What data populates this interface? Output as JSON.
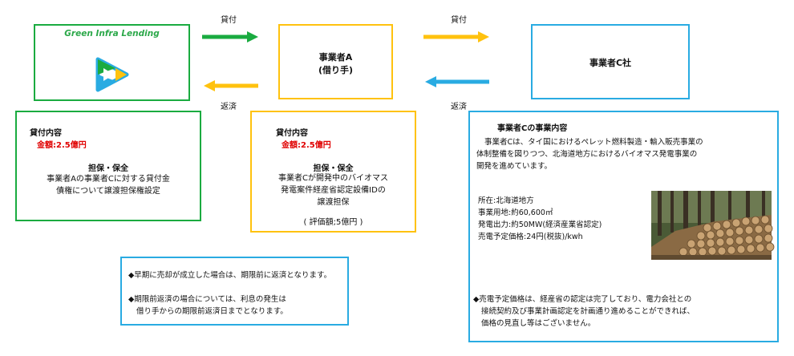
{
  "colors": {
    "green": "#1aab40",
    "yellow": "#ffc20e",
    "blue": "#29abe2",
    "red": "#e00000",
    "logo_text": "#2ca84a"
  },
  "lender": {
    "name": "Green Infra Lending"
  },
  "borrower": {
    "line1": "事業者A",
    "line2": "(借り手)"
  },
  "company_c": {
    "name": "事業者C社"
  },
  "arrows": {
    "lend_1": "貸付",
    "repay_1": "返済",
    "lend_2": "貸付",
    "repay_2": "返済"
  },
  "loan_box_1": {
    "title": "貸付内容",
    "amount": "金額:2.5億円",
    "collateral_title": "担保・保全",
    "collateral_lines": [
      "事業者Aの事業者Cに対する貸付金",
      "債権について譲渡担保権設定"
    ]
  },
  "loan_box_2": {
    "title": "貸付内容",
    "amount": "金額:2.5億円",
    "collateral_title": "担保・保全",
    "collateral_lines": [
      "事業者Cが開発中のバイオマス",
      "発電案件経産省認定設備IDの",
      "譲渡担保"
    ],
    "valuation": "( 評価額;5億円 )"
  },
  "notes": {
    "line1": "◆早期に売却が成立した場合は、期限前に返済となります。",
    "line2": "◆期限前返済の場合については、利息の発生は",
    "line3": "借り手からの期限前返済日までとなります。"
  },
  "business": {
    "title": "事業者Cの事業内容",
    "description": [
      "事業者Cは、タイ国におけるペレット燃料製造・輸入販売事業の",
      "体制整備を図りつつ、北海道地方におけるバイオマス発電事業の",
      "開発を進めています。"
    ],
    "location": "所在:北海道地方",
    "land": "事業用地:約60,600㎡",
    "output": "発電出力:約50MW(経済産業省認定)",
    "price": "売電予定価格:24円(税抜)/kwh",
    "notes": [
      "◆売電予定価格は、経産省の認定は完了しており、電力会社との",
      "接続契約及び事業計画認定を計画通り進めることができれば、",
      "価格の見直し等はございません。"
    ]
  }
}
